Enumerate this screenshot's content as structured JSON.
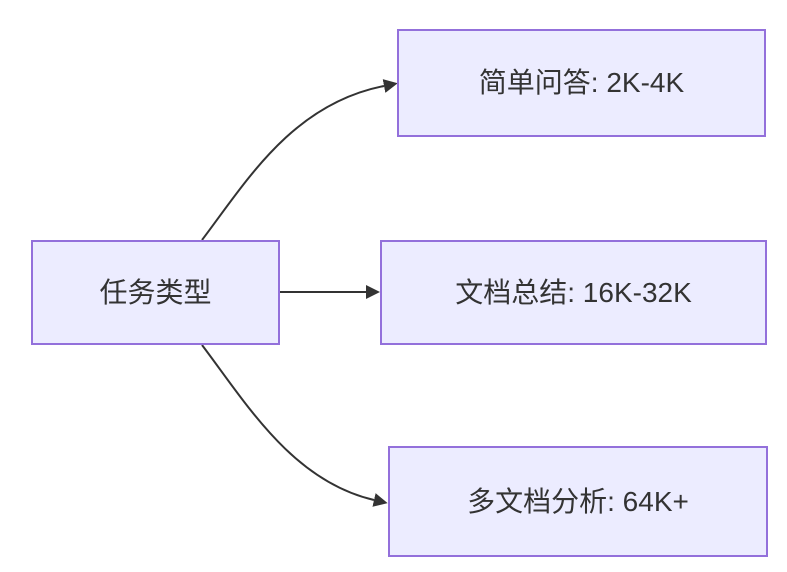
{
  "colors": {
    "canvas_bg": "#ffffff",
    "node_fill": "#ececff",
    "node_border": "#9370db",
    "text_color": "#333333",
    "edge_color": "#333333"
  },
  "diagram": {
    "type": "flowchart",
    "direction": "left-to-right",
    "root": {
      "label": "任务类型"
    },
    "branches": [
      {
        "label": "简单问答: 2K-4K"
      },
      {
        "label": "文档总结: 16K-32K"
      },
      {
        "label": "多文档分析: 64K+"
      }
    ],
    "edges": [
      {
        "from": "任务类型",
        "to": "简单问答: 2K-4K"
      },
      {
        "from": "任务类型",
        "to": "文档总结: 16K-32K"
      },
      {
        "from": "任务类型",
        "to": "多文档分析: 64K+"
      }
    ]
  }
}
